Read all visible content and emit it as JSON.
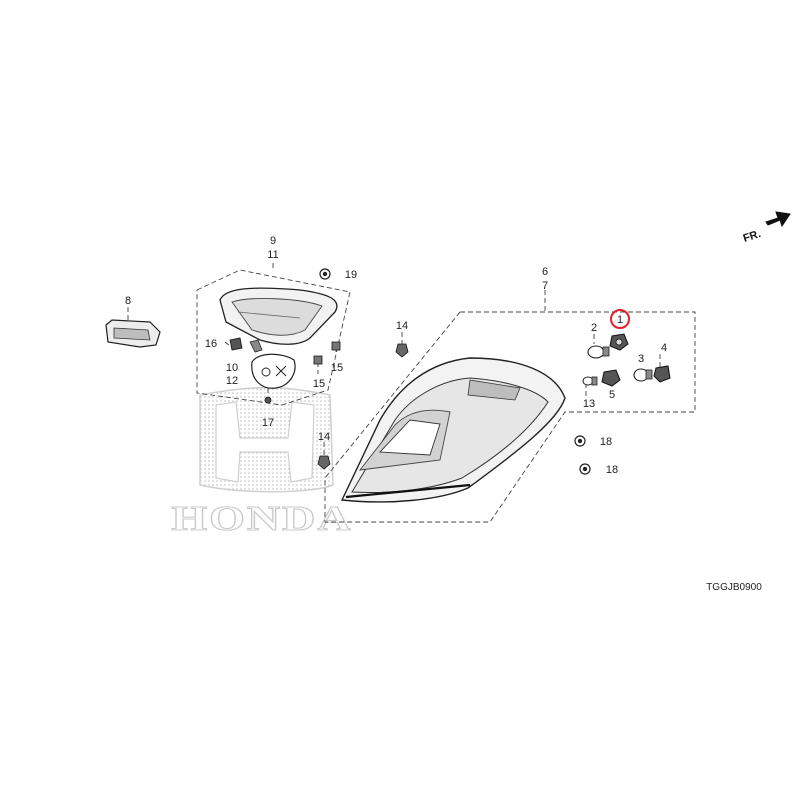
{
  "watermark": {
    "brand": "HONDA"
  },
  "diagram_code": "TGGJB0900",
  "direction_label": "FR.",
  "highlight_color": "#e0212b",
  "part_labels": {
    "p1": "1",
    "p2": "2",
    "p3": "3",
    "p4": "4",
    "p5": "5",
    "p6": "6",
    "p7": "7",
    "p8": "8",
    "p9": "9",
    "p10": "10",
    "p11": "11",
    "p12": "12",
    "p13": "13",
    "p14a": "14",
    "p14b": "14",
    "p15a": "15",
    "p15b": "15",
    "p16": "16",
    "p17": "17",
    "p18a": "18",
    "p18b": "18",
    "p19": "19"
  }
}
